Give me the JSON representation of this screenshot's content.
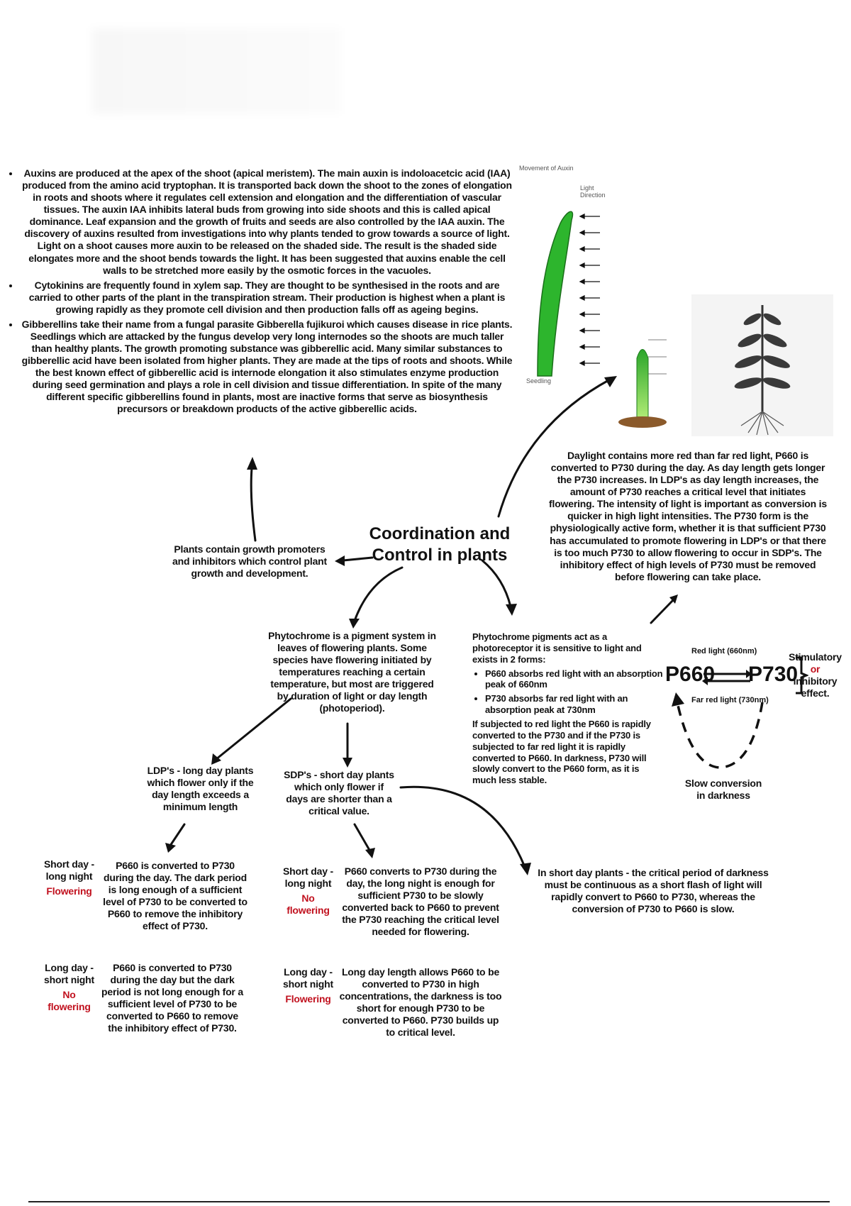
{
  "top_text": {
    "auxins": "Auxins are produced at the apex of the shoot (apical meristem). The main auxin is indoloacetcic acid (IAA) produced from the amino acid tryptophan. It is transported back down the shoot to the zones of elongation in roots and shoots where it regulates cell extension and elongation and the differentiation of vascular tissues. The auxin IAA inhibits lateral buds from growing into side shoots and this is called apical dominance. Leaf expansion and the growth of fruits and seeds are also controlled by the IAA auxin. The discovery of auxins resulted from investigations into why plants tended to grow towards a source of light. Light on a shoot causes more auxin to be released on the shaded side. The result is the shaded side elongates more and the shoot bends towards the light. It has been suggested that auxins enable the cell walls to be stretched more easily by the osmotic forces in the vacuoles.",
    "cytokinins": "Cytokinins are frequently found in xylem sap. They are thought to be synthesised in the roots and are carried to other parts of the plant in the transpiration stream. Their production is highest when a plant is growing rapidly as they promote cell division and then production falls off as ageing begins.",
    "gibberellins": "Gibberellins take their name from a fungal parasite Gibberella fujikuroi which causes disease in rice plants. Seedlings which are attacked by the fungus develop very long internodes so the shoots are much taller than healthy plants. The growth promoting substance was gibberellic acid. Many similar substances to gibberellic acid have been isolated from higher plants. They are made at the tips of roots and shoots. While the best known effect of gibberellic acid is internode elongation it also stimulates enzyme production during seed germination and plays a role in cell division and tissue differentiation. In spite of the many different specific gibberellins found in plants, most are inactive forms that serve as biosynthesis precursors or breakdown products of the active gibberellic acids."
  },
  "figure_labels": {
    "movement_of_auxin": "Movement of Auxin",
    "light_direction": "Light Direction",
    "seedling": "Seedling"
  },
  "daylight_text": "Daylight contains more red than far red light, P660 is converted to P730 during the day. As day length gets longer the P730 increases. In LDP's as day length increases, the amount of P730 reaches a critical level that initiates flowering. The intensity of light is important as conversion is quicker in high light intensities. The P730 form is the physiologically active form, whether it is that sufficient P730 has accumulated to promote flowering in LDP's or that there is too much P730 to allow flowering to occur in SDP's. The inhibitory effect of high levels of P730 must be removed before flowering can take place.",
  "center_title": "Coordination and Control in plants",
  "promoters_text": "Plants contain growth promoters and inhibitors which control plant growth and development.",
  "phytochrome_text": "Phytochrome is a pigment system in leaves of flowering plants. Some species have flowering initiated by temperatures reaching a certain temperature, but most are triggered by duration of light or day length (photoperiod).",
  "pigments": {
    "intro": "Phytochrome pigments act as a photoreceptor it is sensitive to light and exists in 2 forms:",
    "b1": "P660 absorbs red light with an absorption peak of 660nm",
    "b2": "P730 absorbs far red light with an absorption peak at 730nm",
    "outro": "If subjected to red light the P660 is rapidly converted to the P730 and if the P730 is subjected to far red light it is rapidly converted to P660. In darkness, P730 will slowly convert to the P660 form, as it is much less stable."
  },
  "equation": {
    "red_light": "Red light (660nm)",
    "left": "P660",
    "right": "P730",
    "far_red": "Far red light (730nm)",
    "stim": "Stimulatory",
    "or": "or",
    "inhib": "inhibitory effect.",
    "slow": "Slow conversion in darkness"
  },
  "ldp_text": "LDP's - long day plants which flower only if the day length exceeds a minimum length",
  "sdp_text": "SDP's - short day plants which only flower if days are shorter than a critical value.",
  "darkness_text": "In short day plants - the critical period of darkness must be continuous as a short flash of light will rapidly convert to P660 to P730, whereas the conversion of P730 to P660 is slow.",
  "ldp_cases": {
    "c1_label": "Short day - long night",
    "c1_result": "Flowering",
    "c1_text": "P660 is converted to P730 during the day. The dark period is long enough of a sufficient level of P730 to be converted to P660 to remove the inhibitory effect of P730.",
    "c2_label": "Long day - short night",
    "c2_result": "No flowering",
    "c2_text": "P660 is converted to P730 during the day but the dark period is not long enough for a sufficient level of P730 to be converted to P660 to remove the inhibitory effect of P730."
  },
  "sdp_cases": {
    "c1_label": "Short day - long night",
    "c1_result": "No flowering",
    "c1_text": "P660 converts to P730 during the day, the long night is enough for sufficient P730 to be slowly converted back to P660 to prevent the P730 reaching the critical level needed for flowering.",
    "c2_label": "Long day - short night",
    "c2_result": "Flowering",
    "c2_text": "Long day length allows P660 to be converted to P730 in high concentrations, the darkness is too short for enough P730 to be converted to P660. P730 builds up to critical level."
  }
}
